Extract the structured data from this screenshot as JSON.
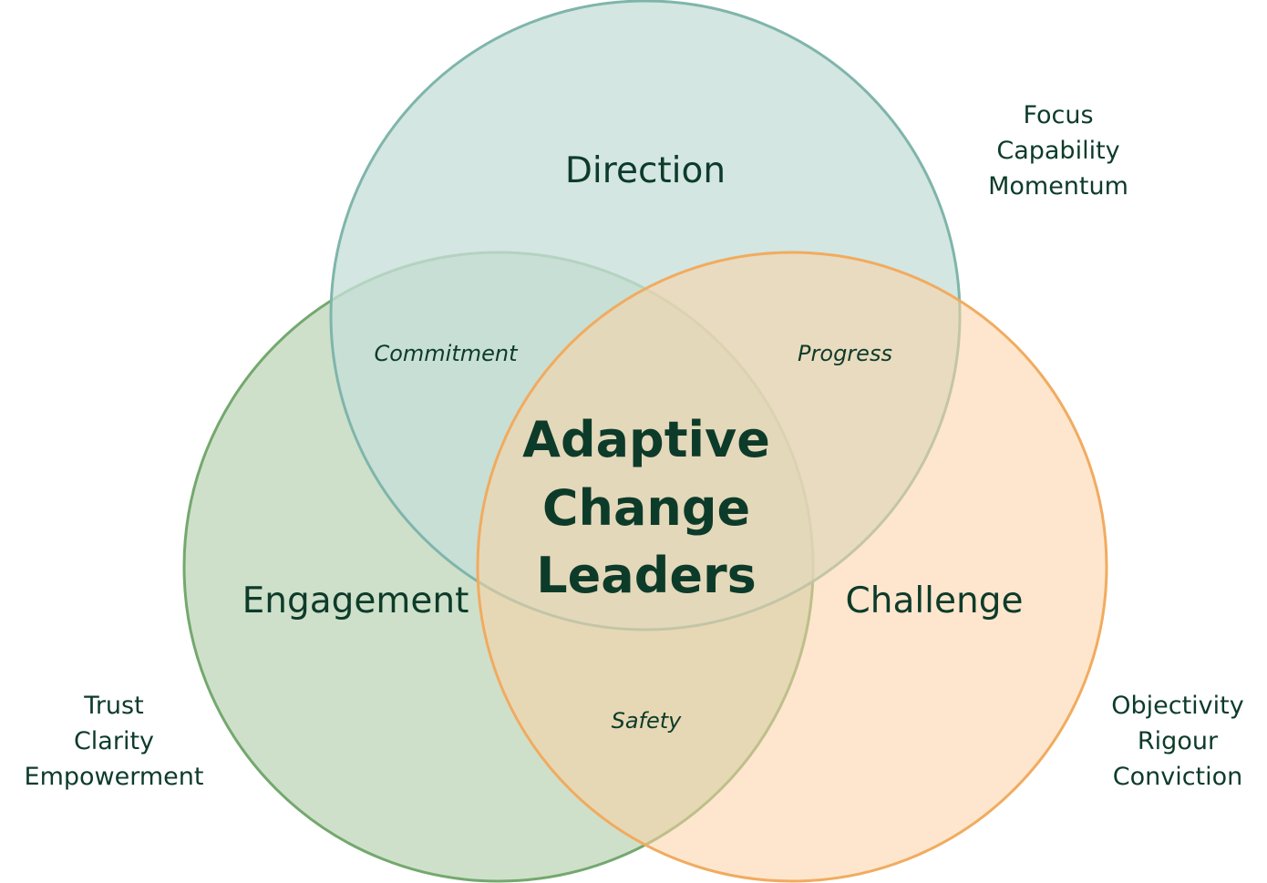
{
  "diagram": {
    "colors": {
      "direction_fill": "#c6dfd9",
      "direction_stroke": "#7fb5ab",
      "engagement_fill": "#b7d1b1",
      "engagement_stroke": "#74a86e",
      "challenge_fill": "#fcd2a4",
      "challenge_stroke": "#f1ab5f",
      "text": "#0d3b2a"
    },
    "circles": {
      "direction": {
        "label": "Direction"
      },
      "engagement": {
        "label": "Engagement"
      },
      "challenge": {
        "label": "Challenge"
      }
    },
    "overlaps": {
      "direction_engagement": "Commitment",
      "direction_challenge": "Progress",
      "engagement_challenge": "Safety"
    },
    "center": {
      "lines": [
        "Adaptive",
        "Change",
        "Leaders"
      ]
    },
    "attributes": {
      "direction": [
        "Focus",
        "Capability",
        "Momentum"
      ],
      "engagement": [
        "Trust",
        "Clarity",
        "Empowerment"
      ],
      "challenge": [
        "Objectivity",
        "Rigour",
        "Conviction"
      ]
    }
  }
}
